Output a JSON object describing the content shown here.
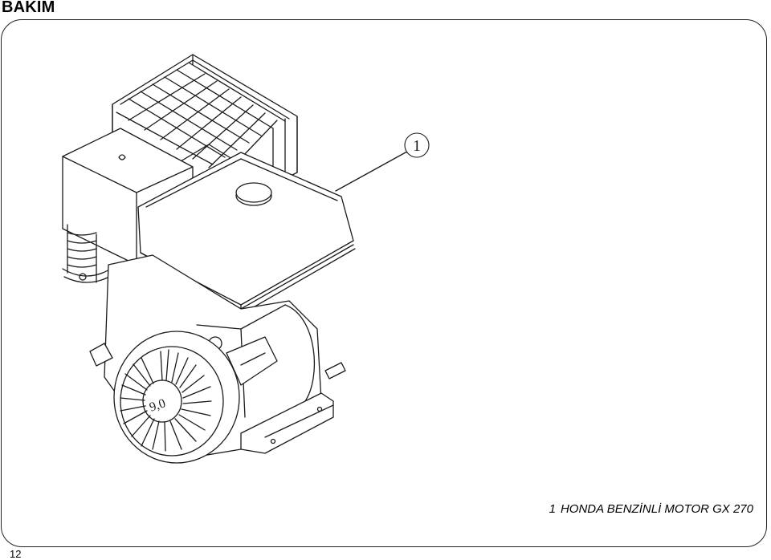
{
  "header": {
    "title": "BAKIM"
  },
  "figure": {
    "callout_number": "1",
    "flywheel_label": "9,0"
  },
  "caption": {
    "number": "1",
    "text": "HONDA BENZİNLİ MOTOR GX 270"
  },
  "footer": {
    "page_number": "12"
  }
}
